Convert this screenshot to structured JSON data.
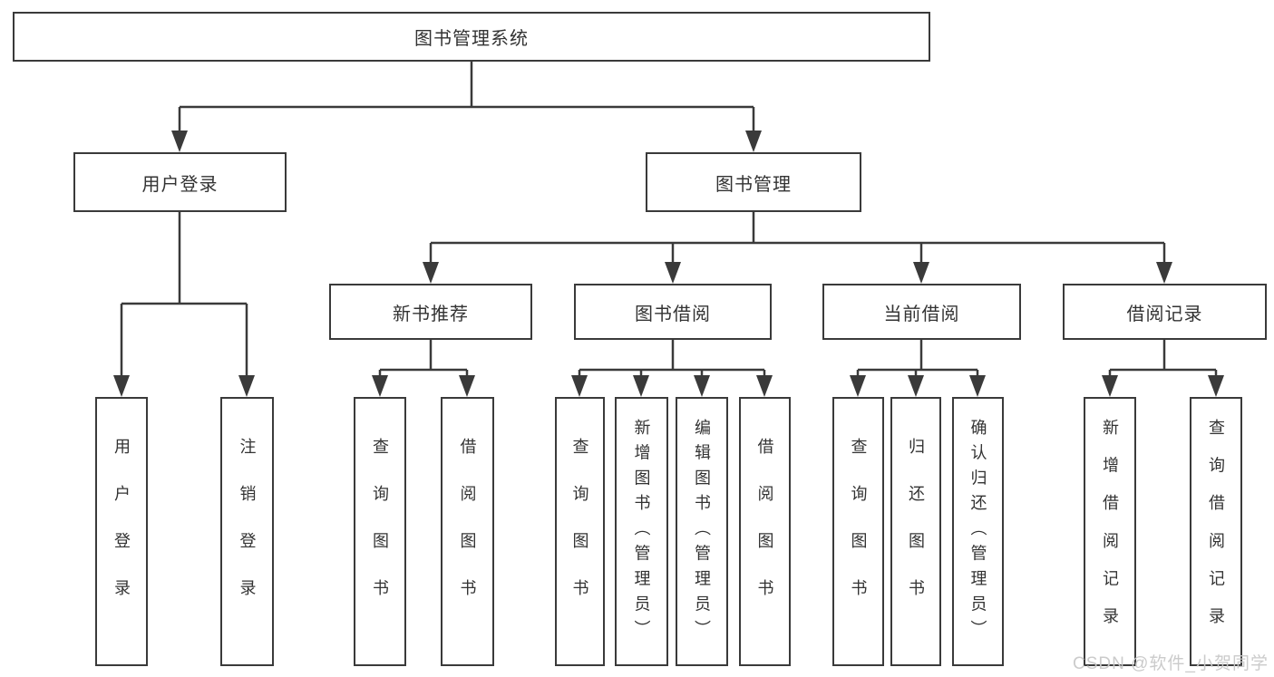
{
  "title": {
    "label": "图书管理系统"
  },
  "level2": {
    "user_login": {
      "label": "用户登录"
    },
    "book_management": {
      "label": "图书管理"
    }
  },
  "level3": {
    "new_book_recommend": {
      "label": "新书推荐"
    },
    "book_borrow": {
      "label": "图书借阅"
    },
    "current_borrow": {
      "label": "当前借阅"
    },
    "borrow_record": {
      "label": "借阅记录"
    }
  },
  "leaves": {
    "user_login_login": {
      "label": "用户登录"
    },
    "user_login_logout": {
      "label": "注销登录"
    },
    "recommend_query_book": {
      "label": "查询图书"
    },
    "recommend_borrow_book": {
      "label": "借阅图书"
    },
    "borrow_query_book": {
      "label": "查询图书"
    },
    "borrow_add_book": {
      "label": "新增图书（管理员）"
    },
    "borrow_edit_book": {
      "label": "编辑图书（管理员）"
    },
    "borrow_borrow_book": {
      "label": "借阅图书"
    },
    "current_query_book": {
      "label": "查询图书"
    },
    "current_return_book": {
      "label": "归还图书"
    },
    "current_confirm_return": {
      "label": "确认归还（管理员）"
    },
    "record_add_record": {
      "label": "新增借阅记录"
    },
    "record_query_record": {
      "label": "查询借阅记录"
    }
  },
  "watermark": {
    "text": "CSDN @软件_小贺同学"
  },
  "colors": {
    "line": "#3a3a3a",
    "text": "#333333",
    "background": "#ffffff",
    "watermark": "#c9c9c9"
  }
}
